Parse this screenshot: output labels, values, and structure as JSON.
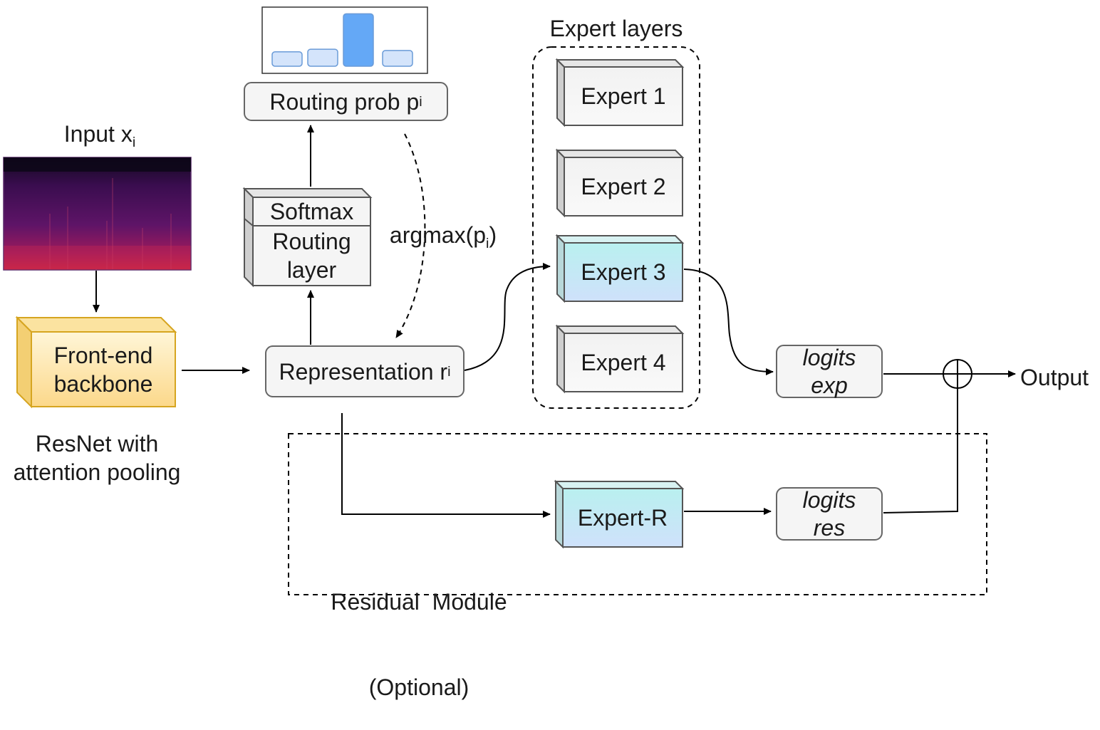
{
  "diagram": {
    "input": {
      "label": "Input x",
      "sub": "i"
    },
    "backbone": {
      "line1": "Front-end",
      "line2": "backbone"
    },
    "backbone_caption": {
      "line1": "ResNet with",
      "line2": "attention pooling"
    },
    "representation": {
      "label": "Representation r",
      "sub": "i"
    },
    "routing_layer": {
      "top": "Softmax",
      "line1": "Routing",
      "line2": "layer"
    },
    "routing_prob": {
      "label": "Routing prob p",
      "sub": "i"
    },
    "argmax": {
      "label": "argmax(p",
      "sub": "i",
      "suffix": ")"
    },
    "routing_bars": [
      0.22,
      0.26,
      0.8,
      0.24
    ],
    "routing_bar_highlight_index": 2,
    "expert_layers_title": "Expert layers",
    "experts": [
      {
        "label": "Expert 1",
        "active": false
      },
      {
        "label": "Expert 2",
        "active": false
      },
      {
        "label": "Expert 3",
        "active": true
      },
      {
        "label": "Expert 4",
        "active": false
      }
    ],
    "logits_exp": {
      "line1": "logits",
      "line2": "exp"
    },
    "logits_res": {
      "line1": "logits",
      "line2": "res"
    },
    "expert_r": "Expert-R",
    "output": "Output",
    "residual_caption": {
      "line1": "Residual  Module",
      "line2": "(Optional)"
    }
  },
  "colors": {
    "box_fill": "#f5f5f5",
    "box_stroke": "#666666",
    "expert_active_top": "#b9f0ef",
    "expert_active_bottom": "#cfe6fb",
    "backbone_fill": "#fde6a8",
    "backbone_stroke": "#d6a520",
    "bar_light": "#d4e4fb",
    "bar_highlight": "#64a8f6",
    "bar_stroke": "#6a9bd8"
  }
}
